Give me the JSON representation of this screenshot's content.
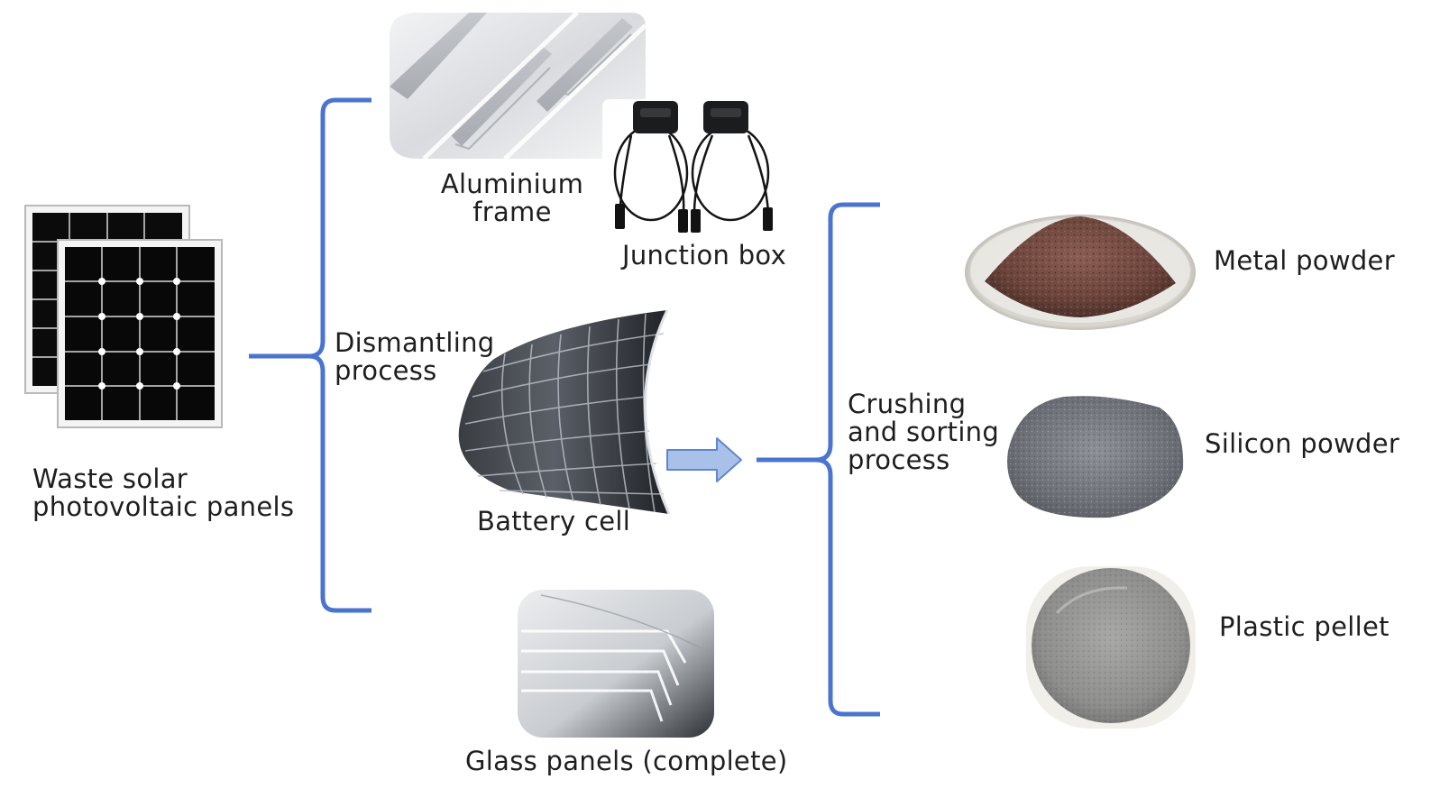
{
  "colors": {
    "bracket": "#4a74cf",
    "arrow_fill": "#a9c1e8",
    "arrow_stroke": "#5f86cf",
    "text": "#1e1e1e"
  },
  "source": {
    "label_line1": "Waste solar",
    "label_line2": "photovoltaic panels"
  },
  "dismantling": {
    "label_line1": "Dismantling",
    "label_line2": "process",
    "outputs": {
      "aluminium_line1": "Aluminium",
      "aluminium_line2": "frame",
      "junction_box": "Junction box",
      "battery_cell": "Battery cell",
      "glass_panels": "Glass panels (complete)"
    }
  },
  "crushing": {
    "label_line1": "Crushing",
    "label_line2": "and sorting",
    "label_line3": "process",
    "outputs": {
      "metal_powder": "Metal powder",
      "silicon_powder": "Silicon powder",
      "plastic_pellet": "Plastic pellet"
    }
  },
  "icons": {
    "solar_panels": "solar-panels-icon",
    "aluminium_frame": "aluminium-frame-icon",
    "junction_box": "junction-box-icon",
    "battery_cell": "battery-cell-icon",
    "glass_panels": "glass-panels-icon",
    "metal_powder": "metal-powder-icon",
    "silicon_powder": "silicon-powder-icon",
    "plastic_pellet": "plastic-pellet-icon",
    "flow_arrow": "flow-arrow-icon"
  }
}
